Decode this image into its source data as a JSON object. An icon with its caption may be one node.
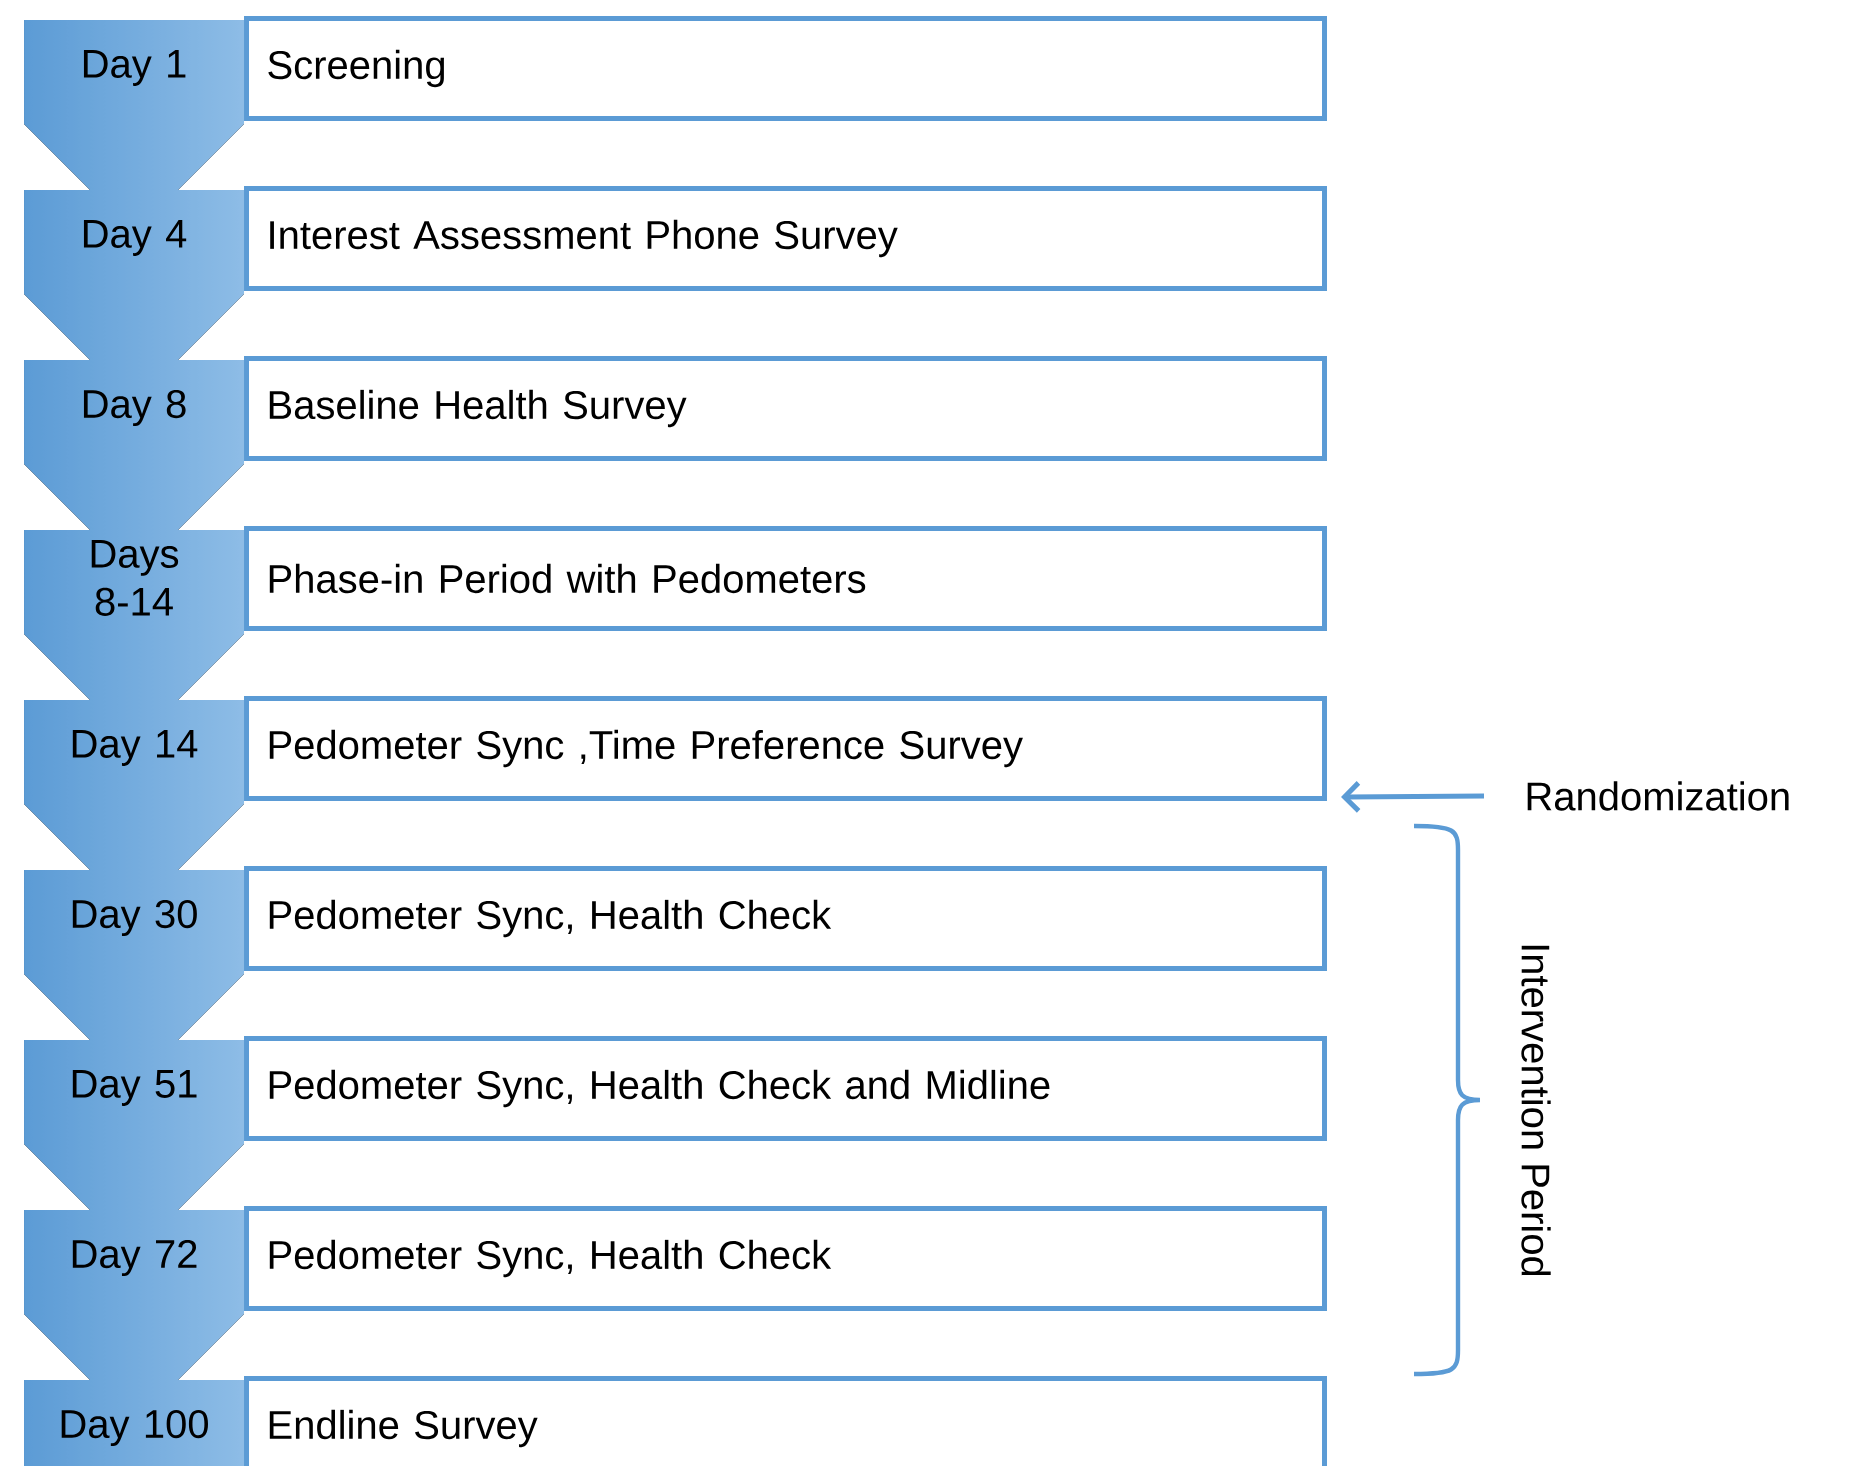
{
  "diagram": {
    "nodes": [
      {
        "text": [
          "Day 1"
        ]
      },
      {
        "text": [
          "Screening"
        ]
      },
      {
        "text": [
          "Day 4"
        ]
      },
      {
        "text": [
          "Interest Assessment Phone Survey"
        ]
      },
      {
        "text": [
          "Day 8"
        ]
      },
      {
        "text": [
          "Baseline Health Survey"
        ]
      },
      {
        "text": [
          "Days 8-14"
        ]
      },
      {
        "text": [
          "Phase-in Period with Pedometers"
        ]
      },
      {
        "text": [
          "Day 14"
        ]
      },
      {
        "text": [
          "Pedometer Sync ,Time Preference Survey"
        ]
      },
      {
        "text": [
          "Day 30"
        ]
      },
      {
        "text": [
          "Pedometer Sync, Health Check"
        ]
      },
      {
        "text": [
          "Day 51"
        ]
      },
      {
        "text": [
          "Pedometer Sync, Health Check and Midline"
        ]
      },
      {
        "text": [
          "Day 72"
        ]
      },
      {
        "text": [
          "Pedometer Sync, Health Check"
        ]
      },
      {
        "text": [
          "Day 100"
        ]
      },
      {
        "text": [
          "Endline Survey"
        ]
      },
      {
        "text": [
          "Randomization"
        ]
      }
    ],
    "edges": [
      {
        "from": 18,
        "to": 9,
        "arrow": "to"
      }
    ],
    "labels": [
      "Intervention Period"
    ]
  }
}
